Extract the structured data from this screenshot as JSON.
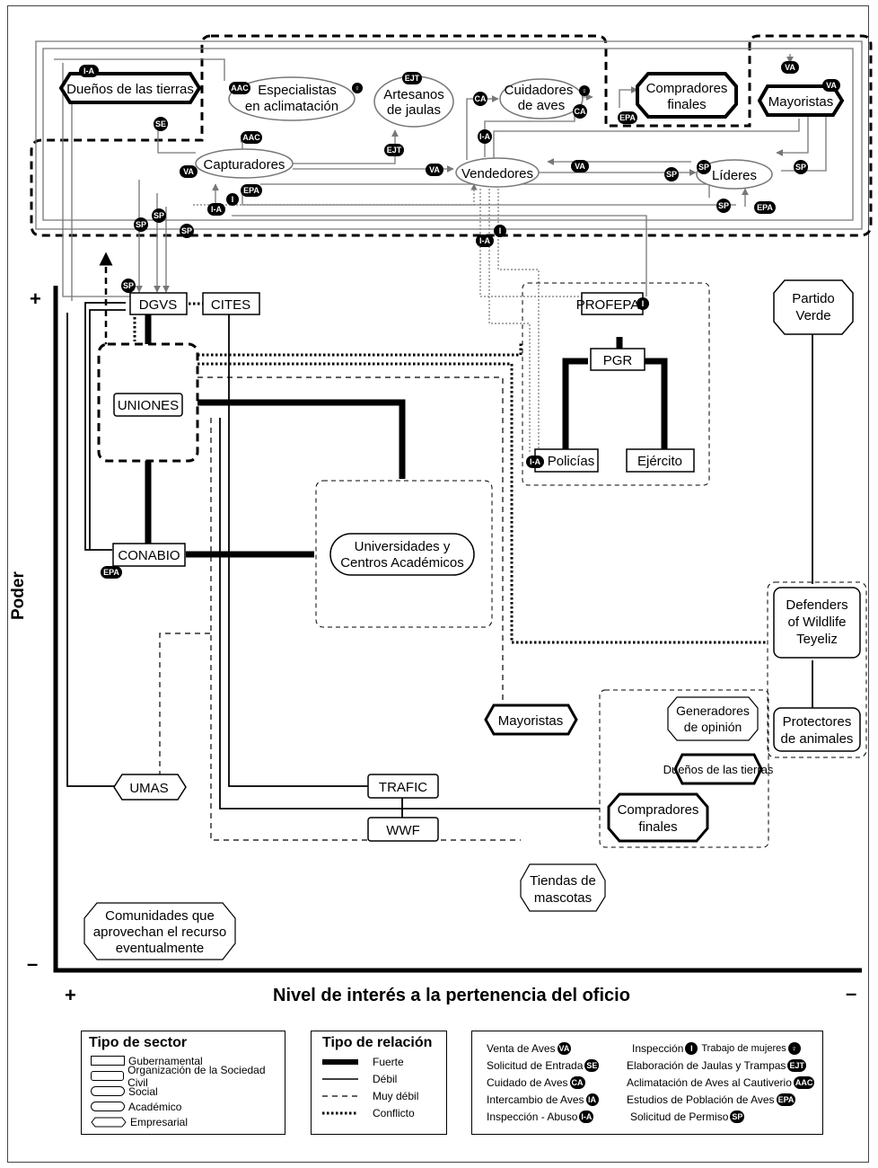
{
  "axes": {
    "y_label": "Poder",
    "y_plus": "+",
    "y_minus": "–",
    "x_label": "Nivel de interés a la pertenencia del oficio",
    "x_plus": "+",
    "x_minus": "–"
  },
  "nodes": {
    "duenos_top": "Dueños de las tierras",
    "especialistas_1": "Especialistas",
    "especialistas_2": "en aclimatación",
    "artesanos_1": "Artesanos",
    "artesanos_2": "de jaulas",
    "cuidadores_1": "Cuidadores",
    "cuidadores_2": "de aves",
    "compradores_top_1": "Compradores",
    "compradores_top_2": "finales",
    "mayoristas_top": "Mayoristas",
    "capturadores": "Capturadores",
    "vendedores": "Vendedores",
    "lideres": "Líderes",
    "dgvs": "DGVS",
    "cites": "CITES",
    "profepa": "PROFEPA",
    "pgr": "PGR",
    "policias": "Policías",
    "ejercito": "Ejército",
    "partido_1": "Partido",
    "partido_2": "Verde",
    "uniones": "UNIONES",
    "conabio": "CONABIO",
    "universidades_1": "Universidades y",
    "universidades_2": "Centros Académicos",
    "defenders_1": "Defenders",
    "defenders_2": "of Wildlife",
    "defenders_3": "Teyeliz",
    "protectores_1": "Protectores",
    "protectores_2": "de animales",
    "generadores_1": "Generadores",
    "generadores_2": "de opinión",
    "mayoristas_mid": "Mayoristas",
    "duenos_mid": "Dueños de las tierras",
    "compradores_mid_1": "Compradores",
    "compradores_mid_2": "finales",
    "umas": "UMAS",
    "trafic": "TRAFIC",
    "wwf": "WWF",
    "tiendas_1": "Tiendas de",
    "tiendas_2": "mascotas",
    "comunidades_1": "Comunidades que",
    "comunidades_2": "aprovechan el recurso",
    "comunidades_3": "eventualmente"
  },
  "badges": {
    "ia": "I-A",
    "se": "SE",
    "aac": "AAC",
    "ejt": "EJT",
    "ca": "CA",
    "va": "VA",
    "sp": "SP",
    "epa": "EPA",
    "i": "I",
    "f": "♀"
  },
  "legend_sector": {
    "title": "Tipo de sector",
    "items": [
      "Gubernamental",
      "Organización de la Sociedad Civil",
      "Social",
      "Académico",
      "Empresarial"
    ]
  },
  "legend_relation": {
    "title": "Tipo de relación",
    "items": [
      "Fuerte",
      "Débil",
      "Muy débil",
      "Conflicto"
    ]
  },
  "legend_abbr": {
    "left": [
      {
        "label": "Venta de Aves",
        "code": "VA"
      },
      {
        "label": "Solicitud de Entrada",
        "code": "SE"
      },
      {
        "label": "Cuidado de Aves",
        "code": "CA"
      },
      {
        "label": "Intercambio de Aves",
        "code": "IA"
      },
      {
        "label": "Inspección - Abuso",
        "code": "I-A"
      }
    ],
    "right": [
      {
        "label": "Inspección",
        "code": "I",
        "extra": "Trabajo de mujeres",
        "extra_code": "♀"
      },
      {
        "label": "Elaboración de Jaulas y Trampas",
        "code": "EJT"
      },
      {
        "label": "Aclimatación de Aves al Cautiverio",
        "code": "AAC"
      },
      {
        "label": "Estudios de Población de Aves",
        "code": "EPA"
      },
      {
        "label": "Solicitud de Permiso",
        "code": "SP"
      }
    ]
  }
}
